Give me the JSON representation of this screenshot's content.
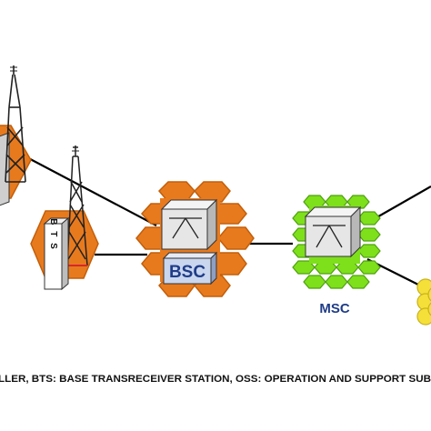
{
  "labels": {
    "bts": "B T S",
    "bsc": "BSC",
    "msc": "MSC"
  },
  "legend_text": "LLER,  BTS: BASE TRANSRECEIVER STATION,  OSS:  OPERATION AND SUPPORT SUB",
  "colors": {
    "orange": "#E87A1E",
    "orange_dark": "#C25F0A",
    "green": "#7EE01A",
    "green_dark": "#4FA010",
    "yellow": "#F5E03A",
    "blue_text": "#1F3C88",
    "box_face": "#E6E6E6",
    "bsc_label_bg": "#C9D6EE",
    "line": "#000000",
    "tower_red": "#D9262B"
  }
}
